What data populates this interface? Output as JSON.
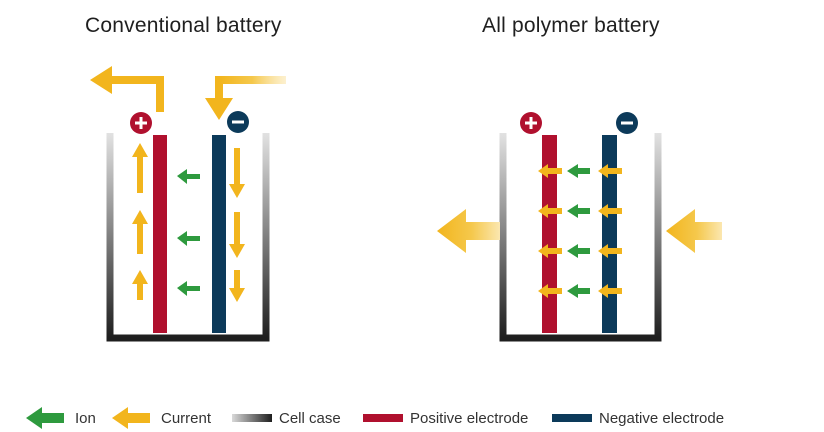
{
  "titles": {
    "conventional": "Conventional battery",
    "polymer": "All polymer battery"
  },
  "colors": {
    "ion": "#2e9a3e",
    "current": "#f2b51d",
    "positive": "#b0102e",
    "negative": "#0c3a5a",
    "case_dark": "#1e1e1e",
    "case_light": "#d9d9d9"
  },
  "terminals": {
    "positive_symbol": "+",
    "negative_symbol": "−"
  },
  "legend": [
    {
      "key": "ion",
      "label": "Ion",
      "icon": "green-arrow-icon"
    },
    {
      "key": "current",
      "label": "Current",
      "icon": "yellow-arrow-icon"
    },
    {
      "key": "case",
      "label": "Cell case",
      "icon": "gradient-bar-icon"
    },
    {
      "key": "positive",
      "label": "Positive electrode",
      "icon": "red-bar-icon"
    },
    {
      "key": "negative",
      "label": "Negative electrode",
      "icon": "navy-bar-icon"
    }
  ]
}
